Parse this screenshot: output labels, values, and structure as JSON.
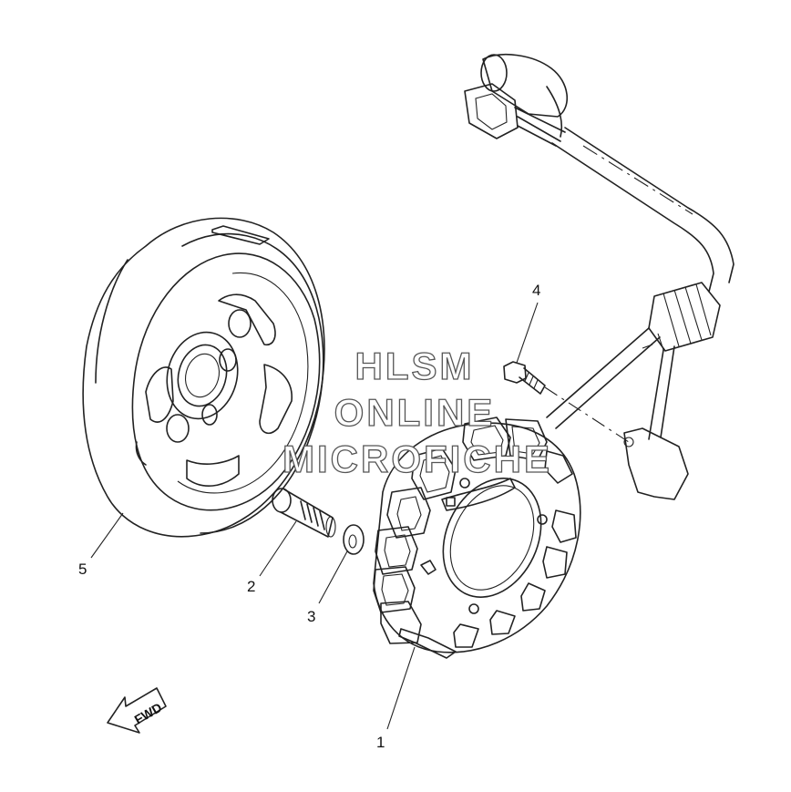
{
  "diagram": {
    "watermark_lines": [
      "HLSM",
      "ONLINE",
      "MICROFICHE"
    ],
    "direction_arrow_label": "FWD",
    "callouts": [
      {
        "number": "1",
        "part": "stator"
      },
      {
        "number": "2",
        "part": "bolt"
      },
      {
        "number": "3",
        "part": "washer"
      },
      {
        "number": "4",
        "part": "screw"
      },
      {
        "number": "5",
        "part": "flywheel rotor"
      }
    ]
  }
}
